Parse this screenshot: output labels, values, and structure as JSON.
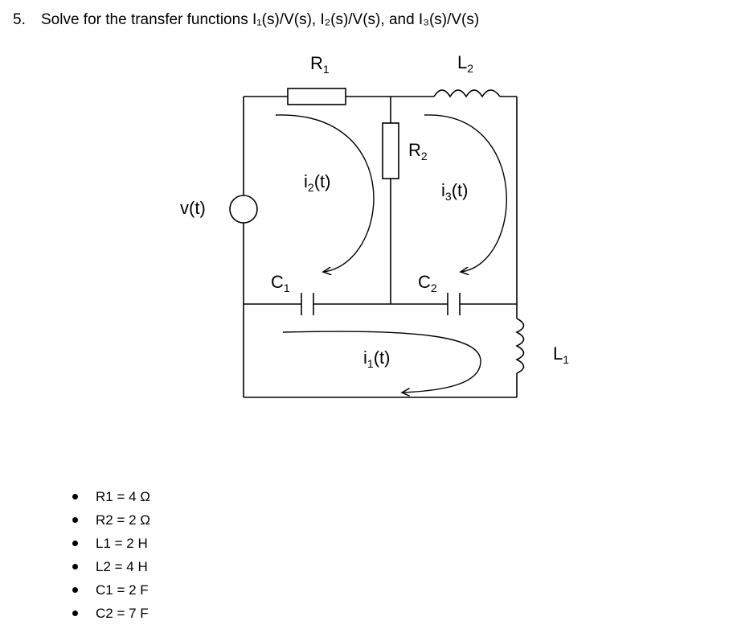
{
  "problem": {
    "number": "5.",
    "text": "Solve for the transfer functions I₁(s)/V(s), I₂(s)/V(s), and I₃(s)/V(s)"
  },
  "circuit": {
    "source_label": "v(t)",
    "R1": {
      "main": "R",
      "sub": "1"
    },
    "R2": {
      "main": "R",
      "sub": "2"
    },
    "L1": {
      "main": "L",
      "sub": "1"
    },
    "L2": {
      "main": "L",
      "sub": "2"
    },
    "C1": {
      "main": "C",
      "sub": "1"
    },
    "C2": {
      "main": "C",
      "sub": "2"
    },
    "i1": {
      "pre": "i",
      "sub": "1",
      "post": "(t)"
    },
    "i2": {
      "pre": "i",
      "sub": "2",
      "post": "(t)"
    },
    "i3": {
      "pre": "i",
      "sub": "3",
      "post": "(t)"
    }
  },
  "values": [
    "R1 = 4 Ω",
    "R2 = 2 Ω",
    "L1 = 2 H",
    "L2 = 4 H",
    "C1 = 2 F",
    "C2 = 7 F"
  ]
}
